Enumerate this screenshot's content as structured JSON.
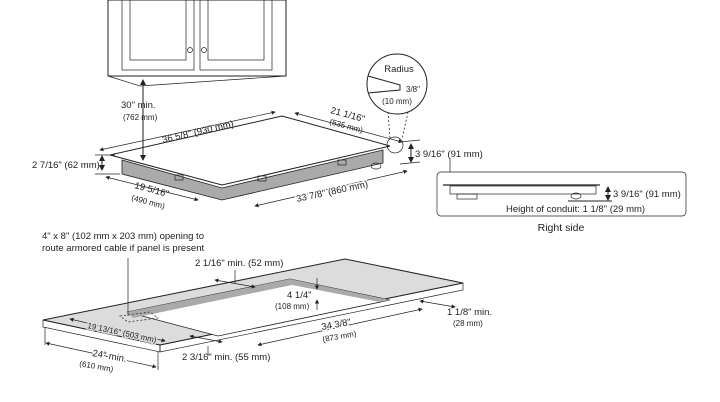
{
  "cooktop": {
    "clearance_above": "30\" min.",
    "clearance_above_mm": "(762 mm)",
    "width": "36 5/8\" (930 mm)",
    "depth": "21 1/16\"",
    "depth_mm": "(535 mm)",
    "glass_thickness": "2 7/16\" (62 mm)",
    "body_depth": "19 5/16\"",
    "body_depth_mm": "(490 mm)",
    "body_width": "33 7/8\" (860 mm)",
    "height": "3 9/16\" (91 mm)",
    "radius_title": "Radius",
    "radius_value": "3/8\"",
    "radius_mm": "(10 mm)"
  },
  "right_side": {
    "height": "3 9/16\" (91 mm)",
    "conduit": "Height of conduit: 1 1/8\" (29 mm)",
    "caption": "Right side"
  },
  "cutout": {
    "opening_note_1": "4\" x 8\" (102 mm x 203 mm) opening to",
    "opening_note_2": "route armored cable if panel is present",
    "back_margin": "2 1/16\" min. (52 mm)",
    "cutout_depth": "4 1/4\"",
    "cutout_depth_mm": "(108 mm)",
    "side_margin": "1 1/8\" min.",
    "side_margin_mm": "(28 mm)",
    "cutout_width": "34 3/8\"",
    "cutout_width_mm": "(873 mm)",
    "cutout_inner": "19 13/16\" (503 mm)",
    "front_margin": "2 3/16\" min. (55 mm)",
    "counter_depth": "24\" min.",
    "counter_depth_mm": "(610 mm)"
  }
}
